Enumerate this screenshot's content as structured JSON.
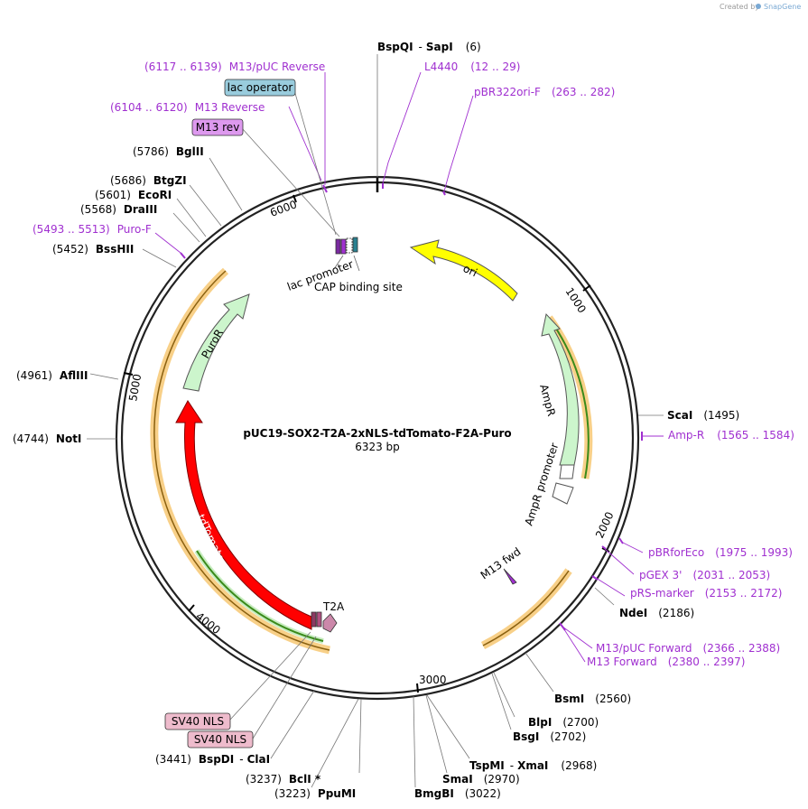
{
  "credit": {
    "created_by": "Created by",
    "app": "SnapGene"
  },
  "map": {
    "name": "pUC19-SOX2-T2A-2xNLS-tdTomato-F2A-Puro",
    "size": "6323 bp",
    "ticks": [
      "1000",
      "2000",
      "3000",
      "4000",
      "5000",
      "6000"
    ]
  },
  "features": {
    "ori": "ori",
    "ampr": "AmpR",
    "ampr_promoter": "AmpR promoter",
    "puror": "PuroR",
    "tdtomato": "tdTomato",
    "t2a": "T2A",
    "lac_promoter": "lac promoter",
    "cap_site": "CAP binding site",
    "m13_fwd": "M13 fwd",
    "lac_operator": "lac operator",
    "m13_rev": "M13 rev",
    "sv40_nls_1": "SV40 NLS",
    "sv40_nls_2": "SV40 NLS"
  },
  "sites": {
    "bspqi": "BspQI",
    "sapi": "SapI",
    "bspqi_pos": "(6)",
    "sep_dash": "-",
    "bglii": "BglII",
    "bglii_pos": "(5786)",
    "btgzi": "BtgZI",
    "btgzi_pos": "(5686)",
    "ecori": "EcoRI",
    "ecori_pos": "(5601)",
    "draiii": "DraIII",
    "draiii_pos": "(5568)",
    "bsshii": "BssHII",
    "bsshii_pos": "(5452)",
    "aflii": "AflIII",
    "aflii_pos": "(4961)",
    "noti": "NotI",
    "noti_pos": "(4744)",
    "scai": "ScaI",
    "scai_pos": "(1495)",
    "ndei": "NdeI",
    "ndei_pos": "(2186)",
    "bsmi": "BsmI",
    "bsmi_pos": "(2560)",
    "blpi": "BlpI",
    "blpi_pos": "(2700)",
    "bsgi": "BsgI",
    "bsgi_pos": "(2702)",
    "tspmi": "TspMI",
    "xmai": "XmaI",
    "tspmi_pos": "(2968)",
    "smai": "SmaI",
    "smai_pos": "(2970)",
    "bmgbi": "BmgBI",
    "bmgbi_pos": "(3022)",
    "bspdi": "BspDI",
    "clai": "ClaI",
    "bspdi_pos": "(3441)",
    "bcli": "BclI *",
    "bcli_pos": "(3237)",
    "ppumi": "PpuMI",
    "ppumi_pos": "(3223)"
  },
  "primers": {
    "m13puc_rev": "M13/pUC Reverse",
    "m13puc_rev_pos": "(6117 .. 6139)",
    "m13_reverse": "M13 Reverse",
    "m13_reverse_pos": "(6104 .. 6120)",
    "l4440": "L4440",
    "l4440_pos": "(12 .. 29)",
    "pbr322": "pBR322ori-F",
    "pbr322_pos": "(263 .. 282)",
    "purof": "Puro-F",
    "purof_pos": "(5493 .. 5513)",
    "ampr_r": "Amp-R",
    "ampr_r_pos": "(1565 .. 1584)",
    "pbrforeco": "pBRforEco",
    "pbrforeco_pos": "(1975 .. 1993)",
    "pgex3": "pGEX 3'",
    "pgex3_pos": "(2031 .. 2053)",
    "prs": "pRS-marker",
    "prs_pos": "(2153 .. 2172)",
    "m13puc_fwd": "M13/pUC Forward",
    "m13puc_fwd_pos": "(2366 .. 2388)",
    "m13_forward": "M13 Forward",
    "m13_forward_pos": "(2380 .. 2397)"
  },
  "colors": {
    "ori": "#ffff00",
    "ampr": "#ccf5cc",
    "puror": "#ccf5cc",
    "tdtomato": "#ff0000",
    "primer": "#a030d0",
    "lac_operator": "#99ccdd",
    "m13_rev": "#dd99ee",
    "sv40": "#eebbcc",
    "orf_glow": "#f7c873",
    "orf_line": "#3a8a1a"
  }
}
